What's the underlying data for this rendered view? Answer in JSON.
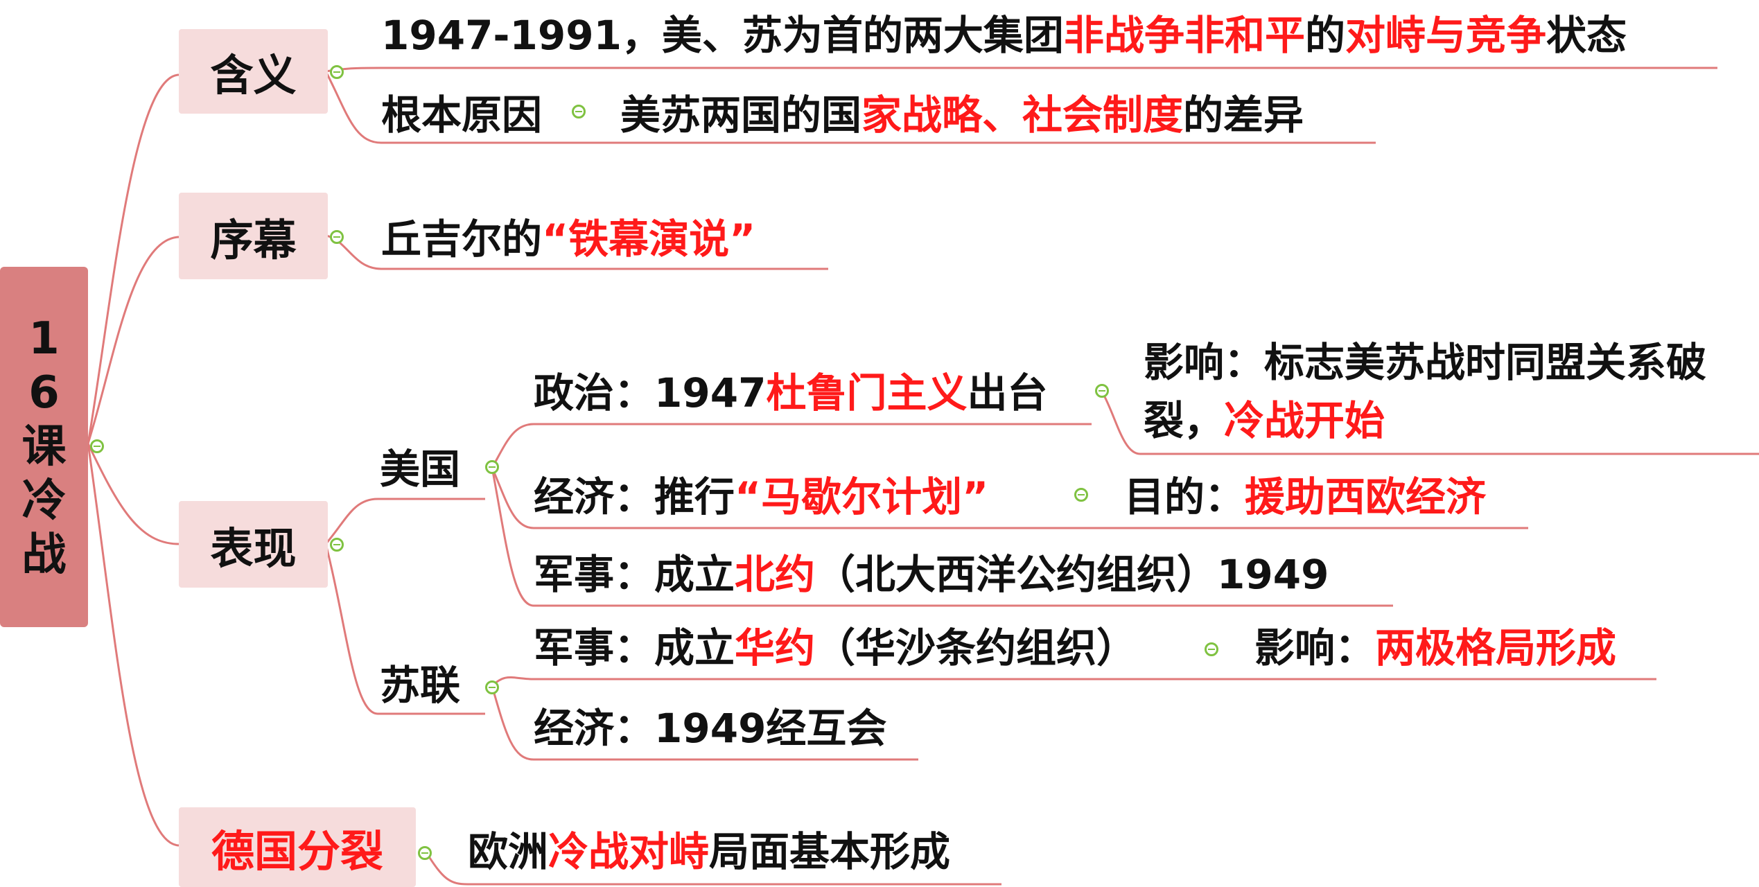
{
  "root": {
    "label": "16课冷战",
    "chars": [
      "1",
      "6",
      "课",
      "冷",
      "战"
    ]
  },
  "branches": {
    "hanyi": {
      "label": "含义"
    },
    "xumu": {
      "label": "序幕"
    },
    "biaoxian": {
      "label": "表现"
    },
    "deguo": {
      "label": "德国分裂"
    }
  },
  "hanyi": {
    "definition": [
      "1947-1991，美、苏为首的两大集团",
      "非战争非和平",
      "的",
      "对峙与竞争",
      "状态"
    ],
    "root_cause_label": "根本原因",
    "root_cause": [
      "美苏两国的国",
      "家战略、社会制度",
      "的差异"
    ]
  },
  "xumu": {
    "content": [
      "丘吉尔的",
      "“铁幕演说”"
    ]
  },
  "biaoxian": {
    "usa": {
      "label": "美国",
      "politics": [
        "政治：1947",
        "杜鲁门主义",
        "出台"
      ],
      "politics_impact_line1": "影响：标志美苏战时同盟关系破",
      "politics_impact_line2": [
        "裂，",
        "冷战开始"
      ],
      "economy": [
        "经济：推行",
        "“马歇尔计划”"
      ],
      "economy_goal": [
        "目的：",
        "援助西欧经济"
      ],
      "military": [
        "军事：成立",
        "北约",
        "（北大西洋公约组织）1949"
      ]
    },
    "ussr": {
      "label": "苏联",
      "military": [
        "军事：成立",
        "华约",
        "（华沙条约组织）"
      ],
      "military_impact": [
        "影响：",
        "两极格局形成"
      ],
      "economy": "经济：1949经互会"
    }
  },
  "deguo": {
    "content": [
      "欧洲",
      "冷战对峙",
      "局面基本形成"
    ]
  },
  "colors": {
    "connector": "#e07a7a",
    "highlight": "#ff1a1a",
    "root_fill": "#d98080",
    "branch_fill": "#f6dcdc",
    "toggle": "#7fc241"
  }
}
